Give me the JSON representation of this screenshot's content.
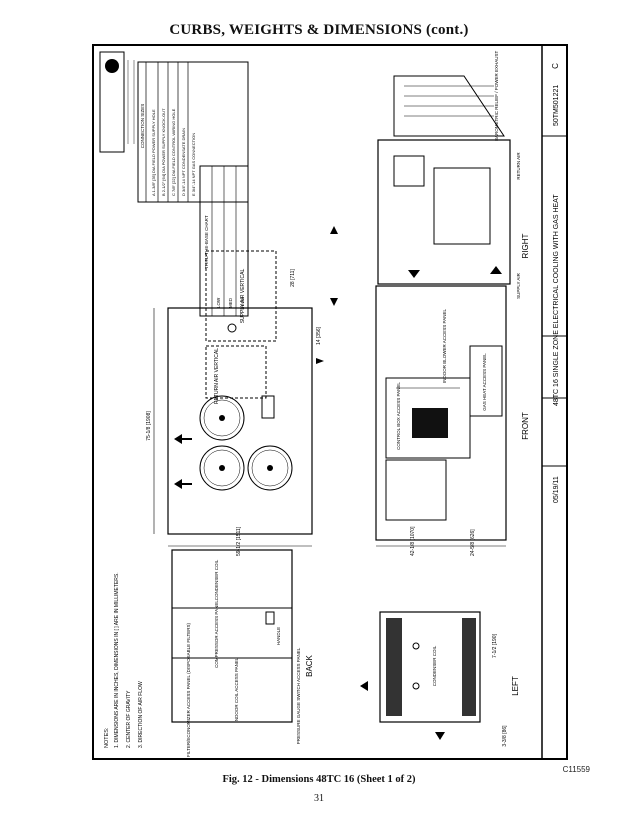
{
  "document": {
    "heading": "CURBS, WEIGHTS & DIMENSIONS (cont.)",
    "figure_id": "C11559",
    "caption": "Fig. 12 - Dimensions 48TC 16 (Sheet 1 of 2)",
    "page_number": "31"
  },
  "drawing": {
    "title_block": {
      "title": "48TC 16 SINGLE ZONE ELECTRICAL COOLING WITH GAS HEAT",
      "drawing_number": "50TM501221",
      "date": "05/19/11",
      "revision": "C"
    },
    "views": {
      "front": "FRONT",
      "right": "RIGHT",
      "left": "LEFT",
      "back": "BACK"
    },
    "notes_header": "NOTES:",
    "notes": [
      "1. DIMENSIONS ARE IN INCHES, DIMENSIONS IN [ ] ARE IN MILLIMETERS.",
      "2. CENTER OF GRAVITY",
      "3. DIRECTION OF AIR FLOW"
    ],
    "labels": {
      "condenser_coil": "CONDENSER COIL",
      "compressor_access": "COMPRESSOR ACCESS PANEL",
      "filter_access": "FILTER/ECONOMIZER ACCESS PANEL (DISPOSABLE FILTERS)",
      "indoor_coil": "INDOOR COIL ACCESS PANEL",
      "return_air": "RETURN AIR VERTICAL",
      "supply_air": "SUPPLY AIR VERTICAL",
      "control_box": "CONTROL BOX ACCESS PANEL",
      "indoor_blower": "INDOOR BLOWER ACCESS PANEL",
      "gas_heat": "GAS HEAT ACCESS PANEL",
      "return_opening": "RETURN AIR",
      "supply_opening": "SUPPLY AIR",
      "barometric": "BAROMETRIC RELIEF / POWER EXHAUST",
      "pressure_switch": "PRESSURE GAUGE SWITCH ACCESS PANEL",
      "handle": "HANDLE"
    },
    "connection_table": {
      "title": "CONNECTION SIZES",
      "rows": [
        "A  1-3/8\" [35] DIA FIELD POWER SUPPLY HOLE",
        "B  2-1/2\" [64] DIA POWER SUPPLY KNOCK-OUT",
        "C  7/8\" [22] DIA FIELD CONTROL WIRING HOLE",
        "D  3/4\"-14 NPT CONDENSATE DRAIN",
        "E  3/4\"-14 NPT GAS CONNECTION"
      ]
    },
    "heat_table": {
      "title": "THRU-THE-BASE CHART",
      "rows": [
        "LOW",
        "MED",
        "HIGH"
      ]
    },
    "dimensions": [
      "75-1/8 [1908]",
      "59-1/2 [1511]",
      "42-1/8 [1070]",
      "24-5/8 [626]",
      "28 [711]",
      "14 [356]",
      "7-1/2 [190]",
      "3-3/8 [86]"
    ]
  }
}
